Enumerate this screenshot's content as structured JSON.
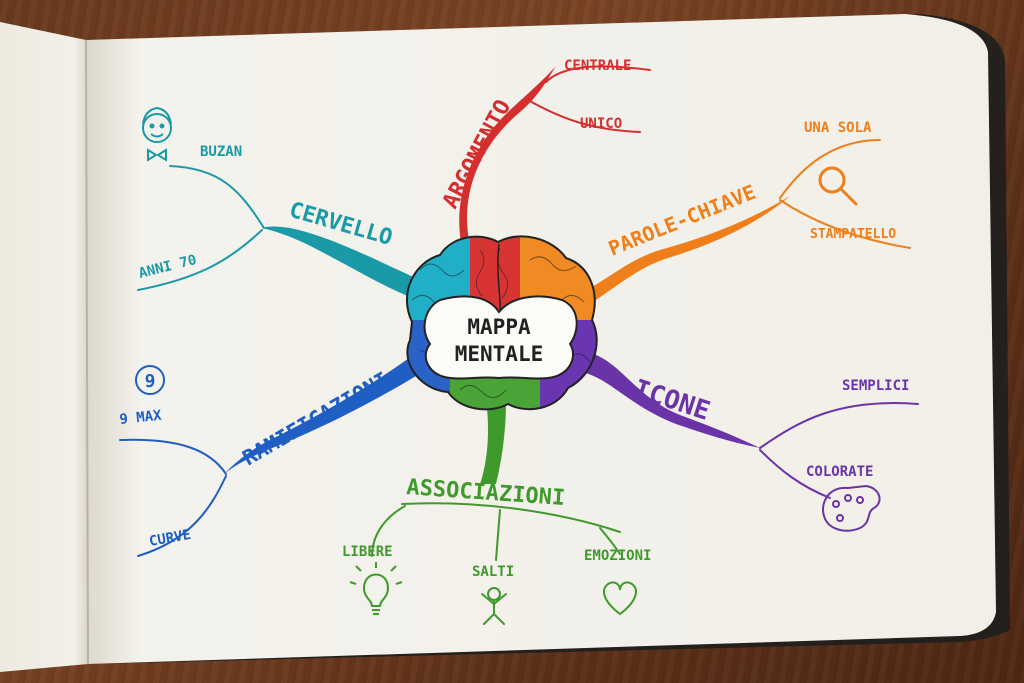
{
  "center": {
    "line1": "MAPPA",
    "line2": "MENTALE"
  },
  "branches": {
    "argomento": {
      "label": "ARGOMENTO",
      "color": "#d42f2f",
      "sub": [
        "CENTRALE",
        "UNICO"
      ]
    },
    "parole": {
      "label": "PAROLE-CHIAVE",
      "color": "#ef7f1a",
      "sub": [
        "UNA SOLA",
        "STAMPATELLO"
      ]
    },
    "icone": {
      "label": "ICONE",
      "color": "#6a34a8",
      "sub": [
        "SEMPLICI",
        "COLORATE"
      ]
    },
    "associazioni": {
      "label": "ASSOCIAZIONI",
      "color": "#3f9a2c",
      "sub": [
        "LIBERE",
        "SALTI",
        "EMOZIONI"
      ]
    },
    "ramificazioni": {
      "label": "RAMIFICAZIONI",
      "color": "#1f5fc4",
      "sub": [
        "9 MAX",
        "CURVE"
      ],
      "badge": "9"
    },
    "cervello": {
      "label": "CERVELLO",
      "color": "#1a9aa6",
      "sub": [
        "BUZAN",
        "ANNI 70"
      ]
    }
  },
  "icons": [
    "buzan-portrait-icon",
    "magnifier-icon",
    "palette-icon",
    "lightbulb-icon",
    "jumping-figure-icon",
    "heart-icon",
    "brain-icon"
  ]
}
